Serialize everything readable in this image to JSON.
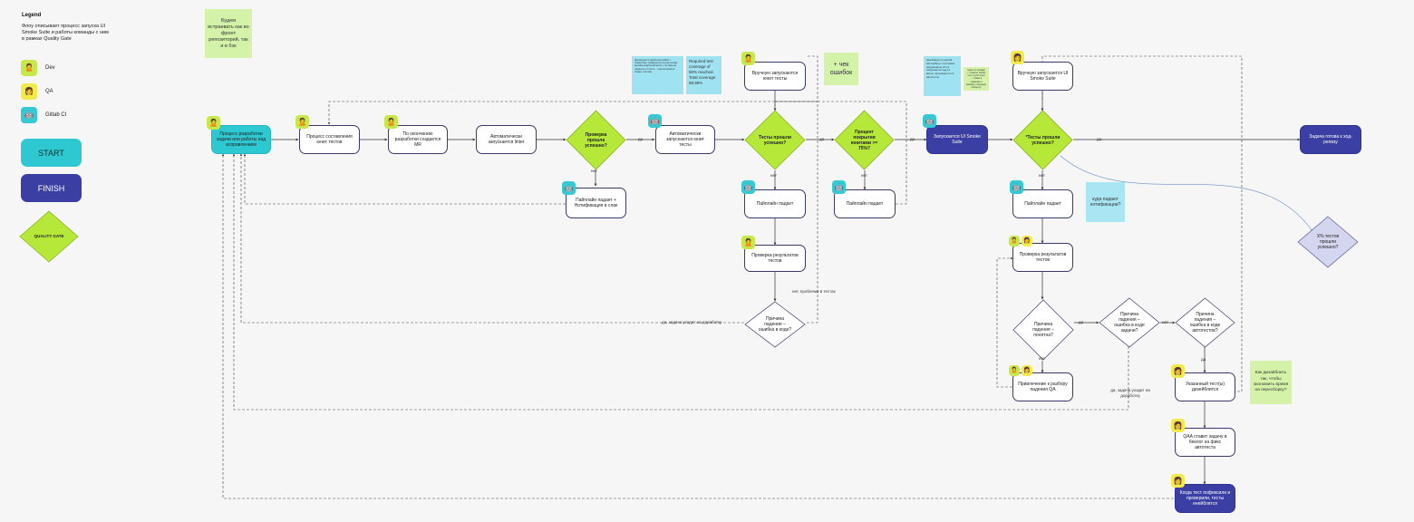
{
  "legend": {
    "title": "Legend",
    "description": "Флоу описывает процесс запуска UI Smoke Suite и работы команды с ним в рамках Quality Gate",
    "items": [
      {
        "role": "dev",
        "label": "Dev",
        "icon": "dev-avatar-icon"
      },
      {
        "role": "qa",
        "label": "QA",
        "icon": "qa-avatar-icon"
      },
      {
        "role": "ci",
        "label": "Gitlab CI",
        "icon": "gitlab-ci-icon"
      }
    ],
    "start_label": "START",
    "finish_label": "FINISH",
    "quality_gate_label": "QUALITY GATE"
  },
  "colors": {
    "start": "#2ec8d2",
    "finish": "#3b3fa3",
    "quality_gate": "#b6e83a",
    "decision_lavender": "#d4d6f0",
    "dev_badge": "#c7e84a",
    "qa_badge": "#f2e94a",
    "ci_badge": "#35c9d3",
    "sticky_green": "#d4f2a8",
    "sticky_blue": "#a9e6f3"
  },
  "stickies": {
    "frontend_backend": "Будем встраивать как во фронт репозиторий, так и в бэк",
    "error_check": "+ чек ошибок",
    "coverage_small": "формируется джоба кастомбер с покрытием, проверяется код на основе вызова конкретной ветки с тестами на покрытие в отчете — код который не покрыт тестами",
    "coverage": "Required test coverage of 80% reached. Total coverage 88.99%",
    "ui_smoke_small": "формируется джоба кастомбер с тестовым окружением UI UI, запускается код из ветки, запускаются UI автотесты",
    "green_small": "здесь по пример — ставить любое что-то для этого — также в привязке к вашему текущему процессу",
    "notifications_where": "куда падают нотификации?",
    "redesign": "Как дизайблить так, чтобы экономить время на пересборку?"
  },
  "nodes": {
    "start_dev": "Процесс разработки задачи или работы над исправлением",
    "unit_tests": "Процесс составления юнит тестов",
    "mr_created": "По окончанию разработки создается MR",
    "linter_auto": "Автоматически запускается linter",
    "check_ok": "Проверка прошла успешно?",
    "pipeline_fail_1": "Пайплайн падает + Нотификация в слак",
    "unit_auto": "Автоматически запускаются юнит тесты",
    "manual_tests": "Вручную запускаются юнит тесты",
    "tests_ok": "Тесты прошли успешно?",
    "pipeline_fail_2": "Пайплайн падает",
    "review_results_1": "Проверка результатов тестов",
    "reason_code": "Причина падения – ошибка в коде?",
    "coverage_gate": "Процент покрытия юнитами >= 75%?",
    "pipeline_fail_3": "Пайплайн падает",
    "ui_smoke_run": "Запускается UI Smoke Suite",
    "manual_smoke": "Вручную запускается UI Smoke Suite",
    "smoke_ok": "*Тесты прошли успешно?",
    "done": "Задача готова к ход-релизу",
    "percent_ok": "X% тестов прошли успешно?",
    "pipeline_fail_4": "Пайплайн падает",
    "review_results_2": "Проверка результатов тестов",
    "reason_known": "Причина падения – понятна?",
    "reason_task": "Причина падения – ошибка в коде задачи?",
    "reason_autotests": "Причина падения – ошибка в коде автотестов?",
    "qa_involve": "Привлечение к разбору падения QA",
    "disable_tests": "Указанный тест(ы) дизейблится",
    "qaa_backlog": "QAA ставит задачу в беклог на фикс автотеста",
    "fixed_enabled": "Когда тест пофиксили и проверили, тесты енейблятся"
  },
  "edges": {
    "yes": "да",
    "no": "нет",
    "no_test_problem": "нет, проблема в тестах",
    "yes_back_to_work_1": "да, задача уходит на доработку",
    "yes_back_to_work_2": "да, задача уходит на доработку"
  }
}
